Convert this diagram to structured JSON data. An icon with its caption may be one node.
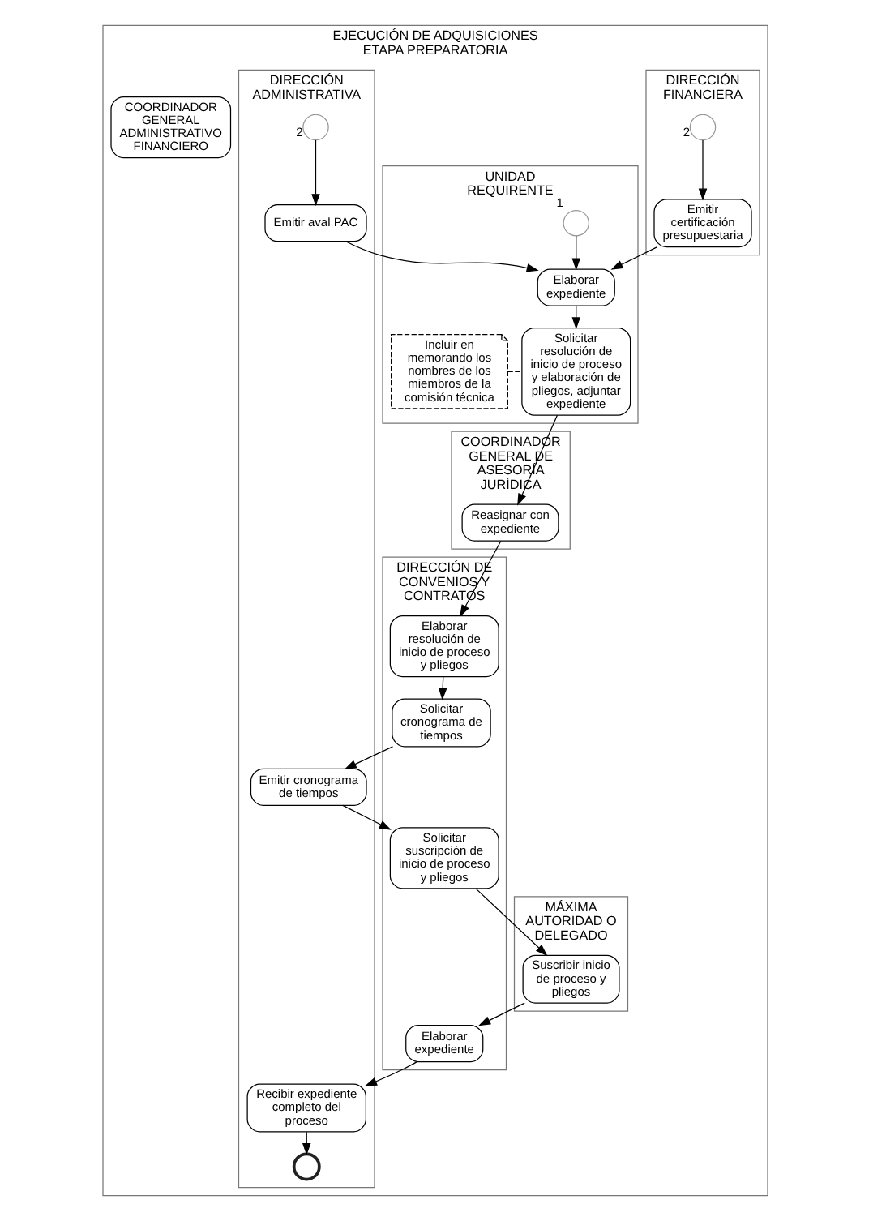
{
  "diagram": {
    "nodes": [
      {
        "text": [
          "EJECUCIÓN DE ADQUISICIONES ETAPA PREPARATORIA"
        ]
      },
      {
        "text": [
          "UNIDAD REQUIRENTE"
        ],
        "in": 0
      },
      {
        "text": [],
        "shape": "circle",
        "in": 1,
        "beside": [
          "1"
        ]
      },
      {
        "text": [
          "Elaborar expediente"
        ],
        "in": 1
      },
      {
        "text": [
          "Solicitar resolución de inicio de proceso y elaboración de pliegos, adjuntar expediente"
        ],
        "in": 1
      },
      {
        "text": [
          "Incluir en memorando los nombres de los miembros de la comisión técnica"
        ],
        "in": 1
      },
      {
        "text": [
          "MÁXIMA AUTORIDAD O DELEGADO"
        ],
        "in": 0
      },
      {
        "text": [
          "Suscribir inicio de proceso y pliegos"
        ],
        "in": 6
      },
      {
        "text": [
          "COORDINADOR GENERAL ADMINISTRATIVO FINANCIERO"
        ],
        "in": 0
      },
      {
        "text": [
          "DIRECCIÓN FINANCIERA"
        ],
        "in": 0
      },
      {
        "text": [],
        "shape": "circle",
        "in": 9,
        "beside": [
          "2"
        ]
      },
      {
        "text": [
          "Emitir certificación presupuestaria"
        ],
        "in": 9
      },
      {
        "text": [
          "DIRECCIÓN ADMINISTRATIVA"
        ],
        "in": 0
      },
      {
        "text": [],
        "shape": "circle",
        "in": 12,
        "beside": [
          "2"
        ]
      },
      {
        "text": [
          "Emitir aval PAC"
        ],
        "in": 12
      },
      {
        "text": [
          "Emitir cronograma de tiempos"
        ],
        "in": 12
      },
      {
        "text": [
          "Recibir expediente completo del proceso"
        ],
        "in": 12
      },
      {
        "text": [],
        "shape": "circle",
        "in": 12
      },
      {
        "text": [
          "DIRECCIÓN DE CONVENIOS Y CONTRATOS"
        ],
        "in": 0
      },
      {
        "text": [
          "Elaborar resolución de inicio de proceso y pliegos"
        ],
        "in": 18
      },
      {
        "text": [
          "Solicitar cronograma de tiempos"
        ],
        "in": 18
      },
      {
        "text": [
          "Solicitar suscripción de inicio de proceso y pliegos"
        ],
        "in": 18
      },
      {
        "text": [
          "Elaborar expediente"
        ],
        "in": 18
      },
      {
        "text": [
          "COORDINADOR GENERAL DE ASESORÍA JURÍDICA"
        ],
        "in": 0
      },
      {
        "text": [
          "Reasignar con expediente"
        ],
        "in": 23
      }
    ],
    "edges": [
      {
        "from": 2,
        "to": 3,
        "arrow": "to"
      },
      {
        "from": 3,
        "to": 4,
        "arrow": "to"
      },
      {
        "from": 5,
        "to": 4,
        "arrow": "none",
        "style": "dashed"
      },
      {
        "from": 10,
        "to": 11,
        "arrow": "to"
      },
      {
        "from": 11,
        "to": 3,
        "arrow": "to"
      },
      {
        "from": 13,
        "to": 14,
        "arrow": "to"
      },
      {
        "from": 14,
        "to": 3,
        "arrow": "to"
      },
      {
        "from": 4,
        "to": 24,
        "arrow": "to"
      },
      {
        "from": 24,
        "to": 19,
        "arrow": "to"
      },
      {
        "from": 19,
        "to": 20,
        "arrow": "to"
      },
      {
        "from": 20,
        "to": 15,
        "arrow": "to"
      },
      {
        "from": 15,
        "to": 21,
        "arrow": "to"
      },
      {
        "from": 21,
        "to": 7,
        "arrow": "to"
      },
      {
        "from": 7,
        "to": 22,
        "arrow": "to"
      },
      {
        "from": 22,
        "to": 16,
        "arrow": "to"
      },
      {
        "from": 16,
        "to": 17,
        "arrow": "to"
      }
    ]
  }
}
